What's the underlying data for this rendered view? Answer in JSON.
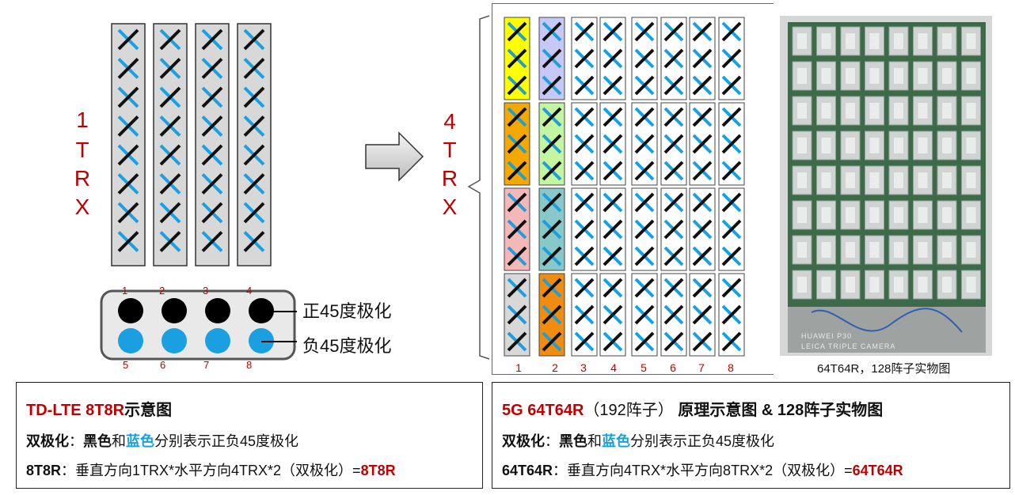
{
  "left_diagram": {
    "trx_label": [
      "1",
      "T",
      "R",
      "X"
    ],
    "pin_top": [
      "1",
      "2",
      "3",
      "4"
    ],
    "pin_bottom": [
      "5",
      "6",
      "7",
      "8"
    ],
    "pos_label": "正45度极化",
    "neg_label": "负45度极化"
  },
  "right_diagram": {
    "trx_label": [
      "4",
      "T",
      "R",
      "X"
    ],
    "column_numbers": [
      "1",
      "2",
      "3",
      "4",
      "5",
      "6",
      "7",
      "8"
    ],
    "photo_caption": "64T64R，128阵子实物图",
    "photo_watermark_line1": "HUAWEI P30",
    "photo_watermark_line2": "LEICA TRIPLE CAMERA"
  },
  "left_caption": {
    "title_red": "TD-LTE 8T8R",
    "title_black": "示意图",
    "line2_prefix": "双极化",
    "line2_colon": "：",
    "line2_black": "黑色",
    "line2_and": "和",
    "line2_blue": "蓝色",
    "line2_rest": "分别表示正负45度极化",
    "line3_prefix": "8T8R",
    "line3_mid": "：垂直方向1TRX*水平方向4TRX*2（双极化）=",
    "line3_red": "8T8R"
  },
  "right_caption": {
    "title_red": "5G 64T64R",
    "title_paren": "（192阵子）",
    "title_rest": " 原理示意图 & 128阵子实物图",
    "line2_prefix": "双极化",
    "line2_colon": "：",
    "line2_black": "黑色",
    "line2_and": "和",
    "line2_blue": "蓝色",
    "line2_rest": "分别表示正负45度极化",
    "line3_prefix": "64T64R",
    "line3_mid": "：垂直方向4TRX*水平方向8TRX*2（双极化）=",
    "line3_red": "64T64R"
  },
  "colors": {
    "accent_red": "#c00000",
    "blue_element": "#1aa0e0",
    "black_element": "#111111",
    "column_fill": "#d8d8d8",
    "row1_col1": "#ffff00",
    "row1_col2": "#c8c8f8",
    "row2_col1": "#f5a800",
    "row2_col2": "#c4f5a0",
    "row3_col1": "#f5b8b8",
    "row3_col2": "#88c8c8",
    "row4_col1": "#d8d8d8",
    "row4_col2": "#f08c10"
  }
}
